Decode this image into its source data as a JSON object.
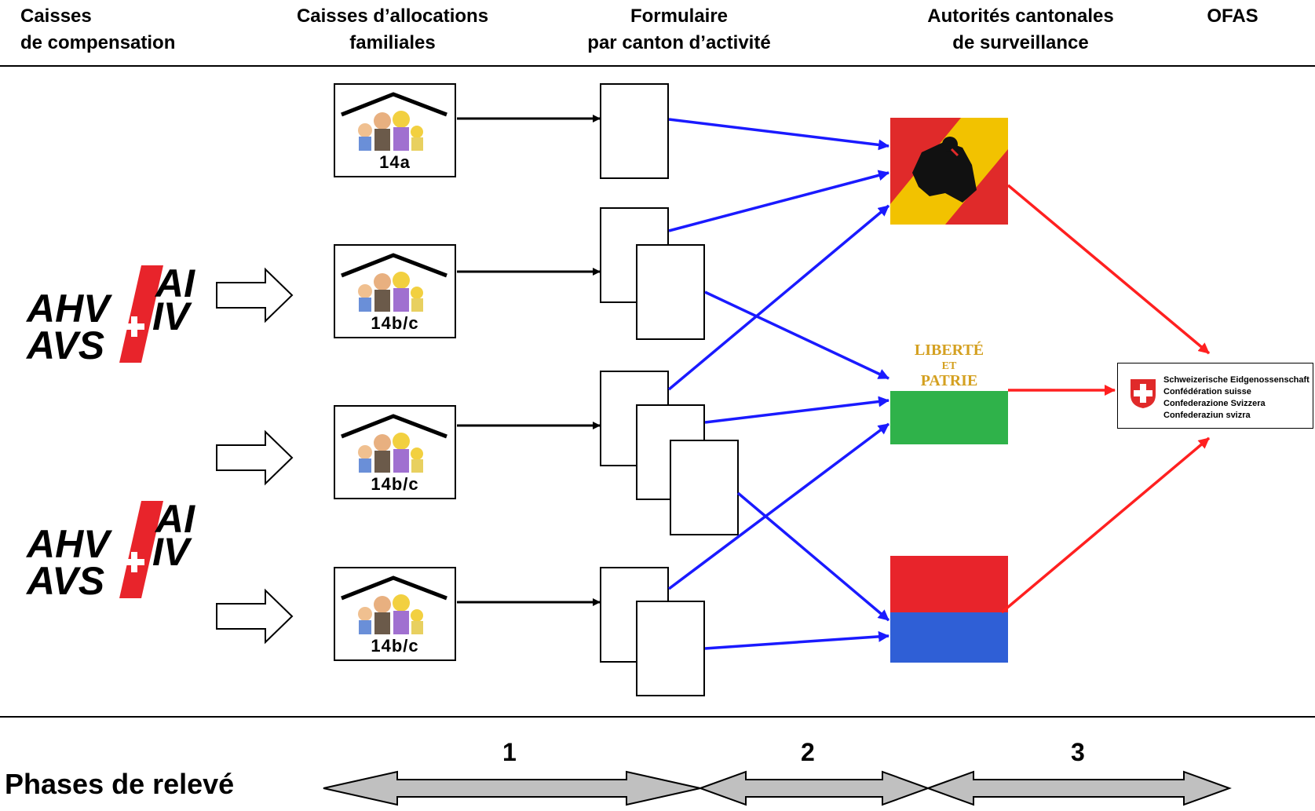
{
  "headers": {
    "col1_line1": "Caisses",
    "col1_line2": "de compensation",
    "col2_line1": "Caisses d’allocations",
    "col2_line2": "familiales",
    "col3_line1": "Formulaire",
    "col3_line2": "par canton d’activité",
    "col4_line1": "Autorités cantonales",
    "col4_line2": "de surveillance",
    "col5_line1": "OFAS"
  },
  "logos": {
    "ahv_line1_left": "AHV",
    "ahv_line1_right": "AI",
    "ahv_line2_left": "AVS",
    "ahv_line2_right": "IV"
  },
  "family_boxes": [
    "14a",
    "14b/c",
    "14b/c",
    "14b/c"
  ],
  "flags": {
    "vaud_line1": "LIBERTÉ",
    "vaud_line2": "ET",
    "vaud_line3": "PATRIE"
  },
  "ofas": {
    "line1": "Schweizerische Eidgenossenschaft",
    "line2": "Confédération suisse",
    "line3": "Confederazione Svizzera",
    "line4": "Confederaziun svizra"
  },
  "phases": {
    "title": "Phases de relevé",
    "p1": "1",
    "p2": "2",
    "p3": "3"
  },
  "colors": {
    "blue_arrow": "#1a1aff",
    "red_arrow": "#ff2020",
    "phase_arrow_fill": "#c0c0c0"
  }
}
